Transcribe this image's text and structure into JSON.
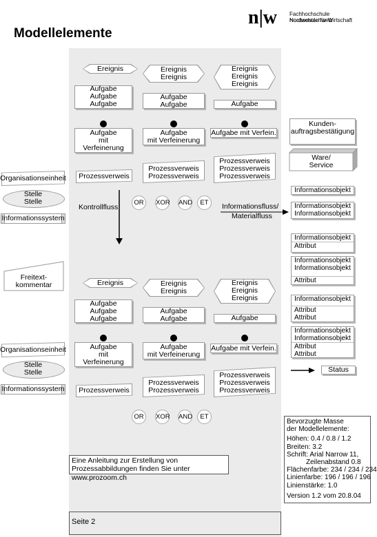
{
  "header": {
    "title": "Modellelemente",
    "logo_text": "n|w",
    "school_line1": "Fachhochschule Nordwestschweiz",
    "school_line2": "Hochschule für Wirtschaft"
  },
  "events": {
    "single": "Ereignis",
    "double": [
      "Ereignis",
      "Ereignis"
    ],
    "triple": [
      "Ereignis",
      "Ereignis",
      "Ereignis"
    ]
  },
  "tasks": {
    "triple": [
      "Aufgabe",
      "Aufgabe",
      "Aufgabe"
    ],
    "double": [
      "Aufgabe",
      "Aufgabe"
    ],
    "single": "Aufgabe"
  },
  "refined": {
    "a": [
      "Aufgabe",
      "mit",
      "Verfeinerung"
    ],
    "b": [
      "Aufgabe",
      "mit Verfeinerung"
    ],
    "c": "Aufgabe mit Verfein."
  },
  "process": {
    "single": "Prozessverweis",
    "double": [
      "Prozessverweis",
      "Prozessverweis"
    ],
    "triple": [
      "Prozessverweis",
      "Prozessverweis",
      "Prozessverweis"
    ]
  },
  "left": {
    "org": "Organisationseinheit",
    "stelle": [
      "Stelle",
      "Stelle"
    ],
    "system": "Informationssystem",
    "freitext": [
      "Freitext-",
      "kommentar"
    ]
  },
  "right": {
    "kunden": [
      "Kunden-",
      "auftragsbestätigung"
    ],
    "ware": [
      "Ware/",
      "Service"
    ],
    "io": "Informationsobjekt",
    "attr": "Attribut",
    "status": "Status"
  },
  "connectors": [
    "OR",
    "XOR",
    "AND",
    "ET"
  ],
  "flow": {
    "kontroll": "Kontrollfluss",
    "info": "Informationsfluss/",
    "material": "Materialfluss"
  },
  "note": {
    "line1": "Eine Anleitung zur Erstellung von",
    "line2": "Prozessabbildungen finden Sie unter",
    "line3": "www.prozoom.ch"
  },
  "page": "Seite 2",
  "prefs": {
    "lines": [
      "Bevorzugte Masse",
      "der Modellelemente:",
      "Höhen: 0.4 / 0.8 / 1.2",
      "Breiten: 3.2",
      "Schrift: Arial Narrow 11,",
      "Zeilenabstand 0.8",
      "Flächenfarbe: 234 / 234 / 234",
      "Linienfarbe: 196 / 196 / 196",
      "Linienstärke: 1.0",
      "Version 1.2 vom 20.8.04"
    ]
  }
}
